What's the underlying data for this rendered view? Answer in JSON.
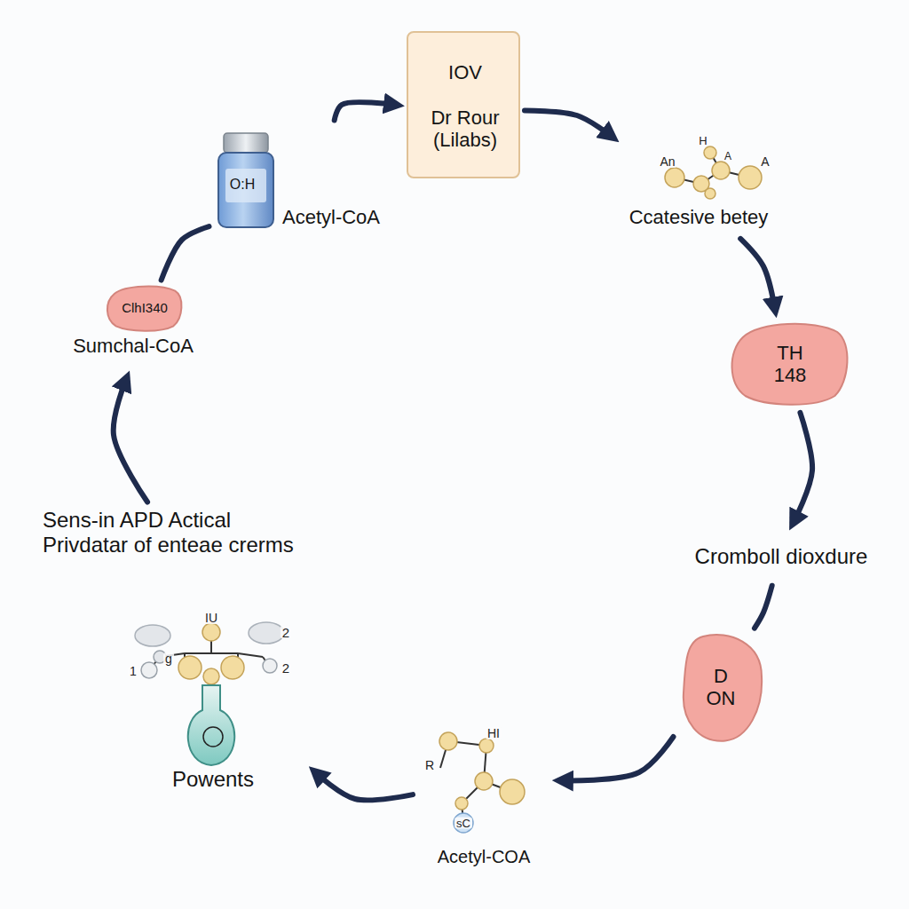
{
  "diagram": {
    "nodes": [
      {
        "text": [
          "O:H",
          "Acetyl-CoA"
        ]
      },
      {
        "text": [
          "IOV",
          "Dr Rour (Lilabs)"
        ]
      },
      {
        "text": [
          "Ccatesive betey"
        ]
      },
      {
        "text": [
          "TH 148"
        ]
      },
      {
        "text": [
          "Cromboll dioxdure"
        ]
      },
      {
        "text": [
          "D ON"
        ]
      },
      {
        "text": [
          "Acetyl-COA"
        ]
      },
      {
        "text": [
          "Powents"
        ]
      },
      {
        "text": [
          "Sens-in APD Actical Privdatar of enteae crerms"
        ]
      },
      {
        "text": [
          "ClhI340",
          "Sumchal-CoA"
        ]
      }
    ],
    "edges": [
      {
        "from": 0,
        "to": 1,
        "arrow": "to"
      },
      {
        "from": 1,
        "to": 2,
        "arrow": "to"
      },
      {
        "from": 2,
        "to": 3,
        "arrow": "to"
      },
      {
        "from": 3,
        "to": 4,
        "arrow": "to"
      },
      {
        "from": 4,
        "to": 5,
        "arrow": "none"
      },
      {
        "from": 5,
        "to": 6,
        "arrow": "to"
      },
      {
        "from": 6,
        "to": 7,
        "arrow": "to"
      },
      {
        "from": 8,
        "to": 9,
        "arrow": "to"
      },
      {
        "from": 9,
        "to": 0,
        "arrow": "none"
      }
    ],
    "labels": [
      "H",
      "A",
      "An",
      "A",
      "HI",
      "R",
      "sC",
      "IU",
      "g",
      "2",
      "1",
      "2"
    ]
  }
}
